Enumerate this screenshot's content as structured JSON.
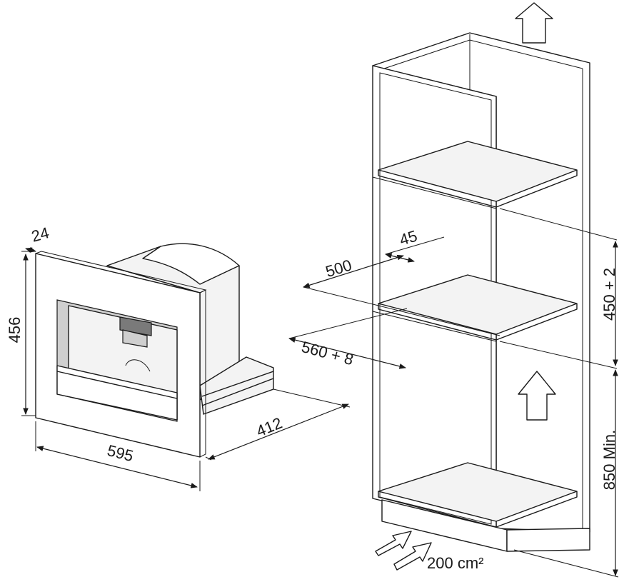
{
  "appliance": {
    "depth_frame": "24",
    "height": "456",
    "width": "595",
    "depth": "412"
  },
  "cabinet": {
    "cut_depth": "500",
    "inset": "45",
    "cut_width": "560 + 8",
    "cut_height": "450 + 2",
    "floor_height": "850 Min.",
    "vent_area": "200 cm²"
  }
}
